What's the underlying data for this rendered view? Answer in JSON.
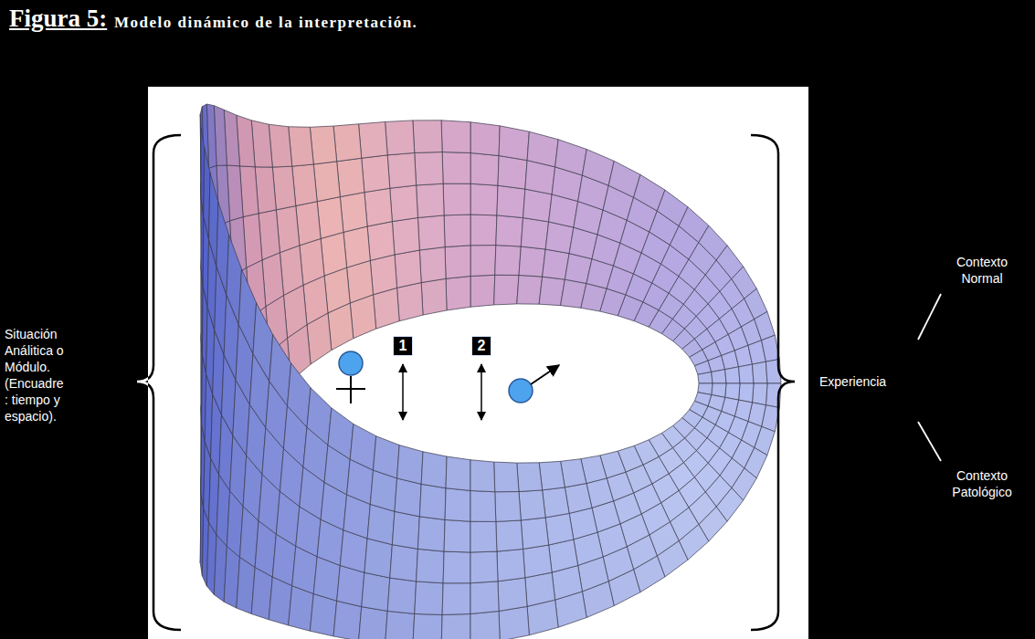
{
  "diagram": {
    "title": "Modelo dinámico de la interpretación.",
    "nodes": [
      {
        "text": [
          "1"
        ]
      },
      {
        "text": [
          "2"
        ]
      }
    ],
    "labels": [
      "Figura 5:",
      "Situación Análitica o Módulo. (Encuadre : tiempo y espacio).",
      "Experiencia",
      "Contexto Normal",
      "Contexto Patológico"
    ]
  }
}
